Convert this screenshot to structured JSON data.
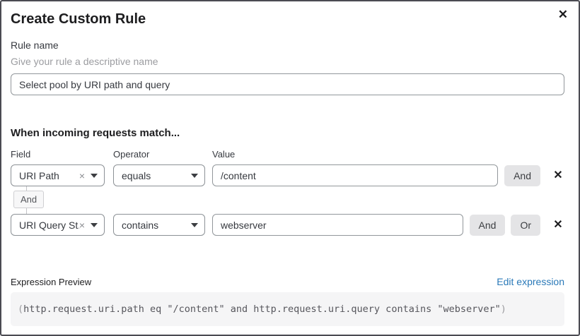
{
  "dialog": {
    "title": "Create Custom Rule"
  },
  "icons": {
    "close": "✕",
    "clear": "×",
    "remove": "✕"
  },
  "rule_name": {
    "label": "Rule name",
    "hint": "Give your rule a descriptive name",
    "value": "Select pool by URI path and query"
  },
  "match": {
    "heading": "When incoming requests match...",
    "columns": {
      "field": "Field",
      "operator": "Operator",
      "value": "Value"
    },
    "connector": "And",
    "rows": [
      {
        "field": "URI Path",
        "operator": "equals",
        "value": "/content",
        "and_label": "And"
      },
      {
        "field": "URI Query St...",
        "operator": "contains",
        "value": "webserver",
        "and_label": "And",
        "or_label": "Or"
      }
    ]
  },
  "expression": {
    "label": "Expression Preview",
    "edit_link": "Edit expression",
    "open_paren": "(",
    "body": "http.request.uri.path eq \"/content\" and http.request.uri.query contains \"webserver\"",
    "close_paren": ")"
  },
  "colors": {
    "link": "#2a79b8",
    "button_bg": "#e4e4e6",
    "expression_bg": "#f5f5f6",
    "border": "#8c9196"
  }
}
